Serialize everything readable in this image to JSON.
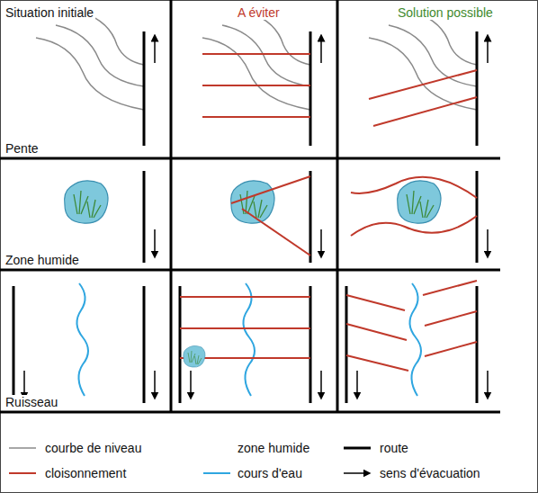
{
  "diagram": {
    "labels": [
      "Situation initiale",
      "A éviter",
      "Solution possible",
      "Pente",
      "Zone humide",
      "Ruisseau"
    ],
    "legend": [
      {
        "text": "courbe de niveau"
      },
      {
        "text": "zone humide"
      },
      {
        "text": "route"
      },
      {
        "text": "cloisonnement"
      },
      {
        "text": "cours d'eau"
      },
      {
        "text": "sens d'évacuation"
      }
    ]
  }
}
